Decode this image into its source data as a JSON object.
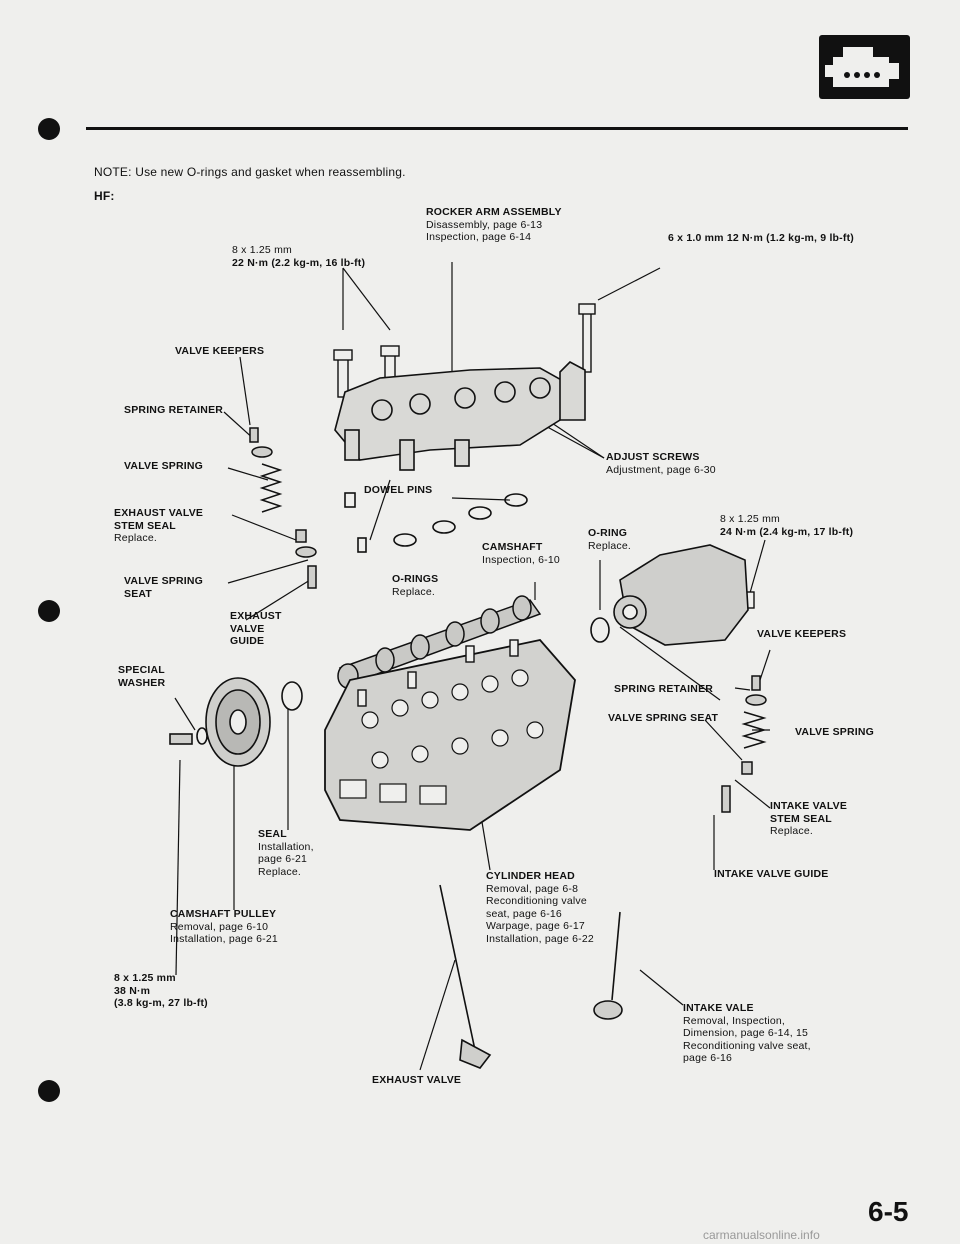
{
  "note": "NOTE: Use new O-rings and gasket when reassembling.",
  "model": "HF:",
  "page_number": "6-5",
  "footer_url": "carmanualsonline.info",
  "labels": {
    "rocker_arm": {
      "title": "ROCKER ARM ASSEMBLY",
      "lines": [
        "Disassembly, page 6-13",
        "Inspection, page 6-14"
      ]
    },
    "bolt_8x125_top": {
      "title": "8 x 1.25 mm",
      "torque": "22 N·m (2.2 kg-m, 16 lb-ft)"
    },
    "bolt_6x10": {
      "title": "6 x 1.0 mm",
      "torque": "12 N·m (1.2 kg-m, 9 lb-ft)"
    },
    "valve_keepers_left": "VALVE KEEPERS",
    "spring_retainer_left": "SPRING RETAINER",
    "valve_spring_left": "VALVE SPRING",
    "exhaust_valve_stem_seal": {
      "title1": "EXHAUST VALVE",
      "title2": "STEM SEAL",
      "sub": "Replace."
    },
    "valve_spring_seat_left": {
      "title1": "VALVE SPRING",
      "title2": "SEAT"
    },
    "exhaust_valve_guide": {
      "title1": "EXHAUST",
      "title2": "VALVE",
      "title3": "GUIDE"
    },
    "adjust_screws": {
      "title": "ADJUST SCREWS",
      "sub": "Adjustment, page 6-30"
    },
    "dowel_pins": "DOWEL PINS",
    "o_ring_right": {
      "title": "O-RING",
      "sub": "Replace."
    },
    "bolt_8x125_right": {
      "title": "8 x 1.25 mm",
      "torque": "24 N·m (2.4 kg-m, 17 lb-ft)"
    },
    "camshaft": {
      "title": "CAMSHAFT",
      "sub": "Inspection, 6-10"
    },
    "o_rings": {
      "title": "O-RINGS",
      "sub": "Replace."
    },
    "special_washer": {
      "title1": "SPECIAL",
      "title2": "WASHER"
    },
    "valve_keepers_right": "VALVE KEEPERS",
    "spring_retainer_right": "SPRING RETAINER",
    "valve_spring_seat_right": "VALVE SPRING SEAT",
    "valve_spring_right": "VALVE SPRING",
    "intake_valve_stem_seal": {
      "title1": "INTAKE VALVE",
      "title2": "STEM SEAL",
      "sub": "Replace."
    },
    "seal": {
      "title": "SEAL",
      "lines": [
        "Installation,",
        "page 6-21",
        "Replace."
      ]
    },
    "cylinder_head": {
      "title": "CYLINDER HEAD",
      "lines": [
        "Removal, page 6-8",
        "Reconditioning valve",
        "seat, page 6-16",
        "Warpage, page 6-17",
        "Installation, page 6-22"
      ]
    },
    "intake_valve_guide": "INTAKE VALVE GUIDE",
    "camshaft_pulley": {
      "title": "CAMSHAFT PULLEY",
      "lines": [
        "Removal, page 6-10",
        "Installation, page 6-21"
      ]
    },
    "bolt_8x125_bottom": {
      "title": "8 x 1.25 mm",
      "line2": "38 N·m",
      "line3": "(3.8 kg-m, 27 lb-ft)"
    },
    "intake_valve": {
      "title": "INTAKE VALE",
      "lines": [
        "Removal, Inspection,",
        "Dimension, page 6-14, 15",
        "Reconditioning valve seat,",
        "page 6-16"
      ]
    },
    "exhaust_valve": "EXHAUST VALVE"
  }
}
